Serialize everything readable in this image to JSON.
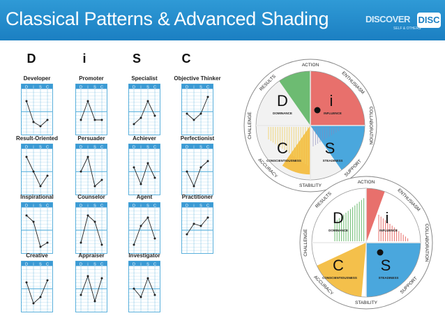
{
  "slide": {
    "title": "Classical Patterns & Advanced Shading",
    "logo": {
      "brand": "DISCOVER",
      "mark": "DISC",
      "tagline": "SELF & OTHERS"
    }
  },
  "columns": [
    "D",
    "i",
    "S",
    "C"
  ],
  "graph_header_letters": [
    "D",
    "i",
    "S",
    "C"
  ],
  "patterns": [
    {
      "name": "Developer",
      "col": 0,
      "row": 0,
      "values": [
        0.25,
        0.75,
        0.85,
        0.7
      ]
    },
    {
      "name": "Result-Oriented",
      "col": 0,
      "row": 1,
      "values": [
        0.15,
        0.5,
        0.85,
        0.6
      ]
    },
    {
      "name": "Inspirational",
      "col": 0,
      "row": 2,
      "values": [
        0.15,
        0.3,
        0.9,
        0.8
      ]
    },
    {
      "name": "Creative",
      "col": 0,
      "row": 3,
      "values": [
        0.35,
        0.85,
        0.7,
        0.3
      ]
    },
    {
      "name": "Promoter",
      "col": 1,
      "row": 0,
      "values": [
        0.7,
        0.25,
        0.7,
        0.7
      ]
    },
    {
      "name": "Persuader",
      "col": 1,
      "row": 1,
      "values": [
        0.5,
        0.15,
        0.85,
        0.7
      ]
    },
    {
      "name": "Counselor",
      "col": 1,
      "row": 2,
      "values": [
        0.8,
        0.15,
        0.3,
        0.85
      ]
    },
    {
      "name": "Appraiser",
      "col": 1,
      "row": 3,
      "values": [
        0.65,
        0.2,
        0.8,
        0.25
      ]
    },
    {
      "name": "Specialist",
      "col": 2,
      "row": 0,
      "values": [
        0.8,
        0.65,
        0.25,
        0.6
      ]
    },
    {
      "name": "Achiever",
      "col": 2,
      "row": 1,
      "values": [
        0.4,
        0.8,
        0.3,
        0.65
      ]
    },
    {
      "name": "Agent",
      "col": 2,
      "row": 2,
      "values": [
        0.85,
        0.4,
        0.2,
        0.7
      ]
    },
    {
      "name": "Investigator",
      "col": 2,
      "row": 3,
      "values": [
        0.5,
        0.7,
        0.25,
        0.65
      ]
    },
    {
      "name": "Objective Thinker",
      "col": 3,
      "row": 0,
      "values": [
        0.55,
        0.7,
        0.55,
        0.15
      ]
    },
    {
      "name": "Perfectionist",
      "col": 3,
      "row": 1,
      "values": [
        0.5,
        0.85,
        0.4,
        0.25
      ]
    },
    {
      "name": "Practitioner",
      "col": 3,
      "row": 2,
      "values": [
        0.6,
        0.35,
        0.4,
        0.2
      ]
    }
  ],
  "wheels": [
    {
      "quadrants": [
        {
          "letter": "D",
          "word": "DOMINANCE",
          "color": "#6dbb72"
        },
        {
          "letter": "i",
          "word": "INFLUENCE",
          "color": "#e8706c"
        },
        {
          "letter": "S",
          "word": "STEADINESS",
          "color": "#4aa7dd"
        },
        {
          "letter": "C",
          "word": "CONSCIENTIOUSNESS",
          "color": "#f4c04b"
        }
      ],
      "outer_words": [
        "ACTION",
        "ENTHUSIASM",
        "COLLABORATION",
        "SUPPORT",
        "STABILITY",
        "ACCURACY",
        "CHALLENGE",
        "RESULTS"
      ]
    },
    {
      "quadrants": [
        {
          "letter": "D",
          "word": "DOMINANCE",
          "color": "#6dbb72"
        },
        {
          "letter": "i",
          "word": "INFLUENCE",
          "color": "#e8706c"
        },
        {
          "letter": "S",
          "word": "STEADINESS",
          "color": "#4aa7dd"
        },
        {
          "letter": "C",
          "word": "CONSCIENTIOUSNESS",
          "color": "#f4c04b"
        }
      ],
      "outer_words": [
        "ACTION",
        "ENTHUSIASM",
        "COLLABORATION",
        "SUPPORT",
        "STABILITY",
        "ACCURACY",
        "CHALLENGE",
        "RESULTS"
      ]
    }
  ],
  "colors": {
    "header": "#1f86c8",
    "graph_grid": "#5ab0dc",
    "graph_header": "#3b9ad4"
  }
}
